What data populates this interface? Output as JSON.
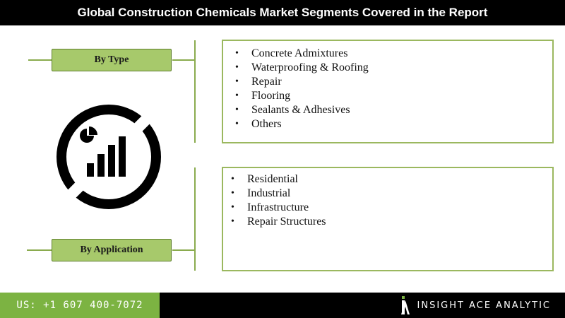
{
  "header": {
    "title": "Global Construction Chemicals Market Segments Covered in the Report"
  },
  "segments": {
    "type": {
      "label": "By Type",
      "items": [
        "Concrete Admixtures",
        "Waterproofing & Roofing",
        "Repair",
        "Flooring",
        "Sealants & Adhesives",
        "Others"
      ]
    },
    "application": {
      "label": "By Application",
      "items": [
        "Residential",
        "Industrial",
        "Infrastructure",
        "Repair Structures"
      ]
    }
  },
  "icons": {
    "center": "analytics-chart-icon",
    "brand": "insight-ace-logo-icon"
  },
  "colors": {
    "accent_green": "#7cb342",
    "label_green": "#a7c96b",
    "line_green": "#8aab4e",
    "header_bg": "#000000"
  },
  "footer": {
    "phone": "US: +1 607 400-7072",
    "brand": "INSIGHT ACE ANALYTIC"
  }
}
